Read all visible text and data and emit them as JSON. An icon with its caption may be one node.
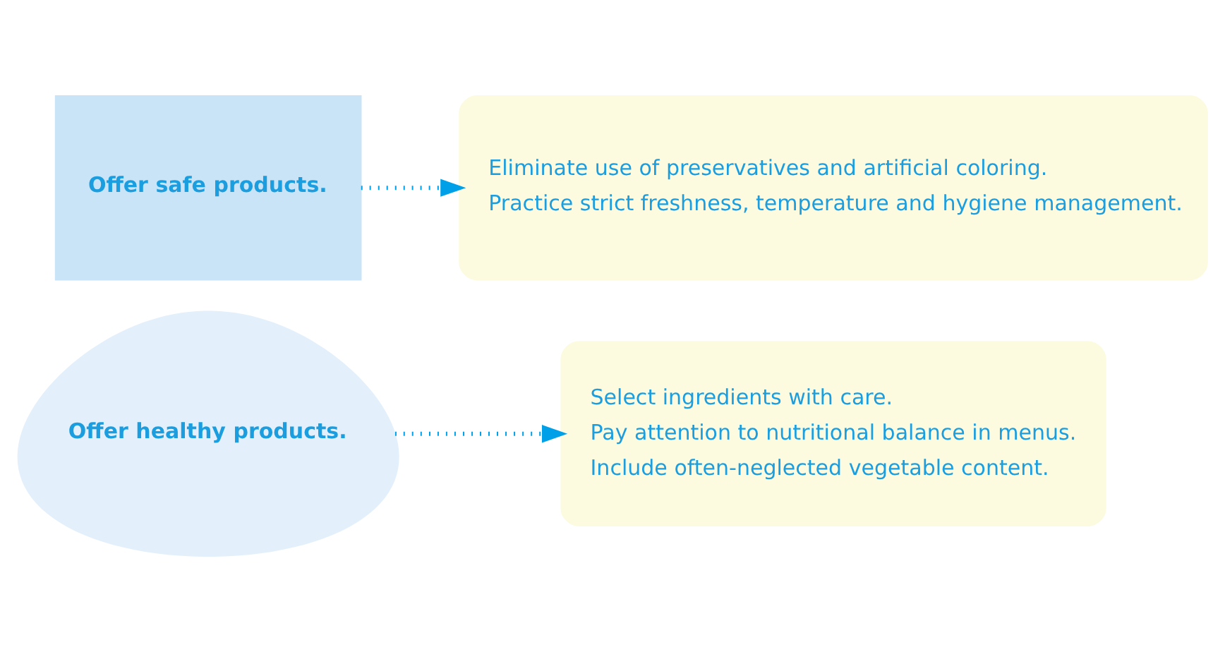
{
  "diagram": {
    "nodes": [
      {
        "text": [
          "Offer healthy products."
        ]
      },
      {
        "text": [
          "Select ingredients with care.",
          "Pay attention to nutritional balance in menus.",
          "Include often-neglected vegetable content."
        ]
      },
      {
        "text": [
          "Offer safe products."
        ]
      },
      {
        "text": [
          "Eliminate use of preservatives and artificial coloring.",
          "Practice strict freshness, temperature and hygiene management."
        ]
      }
    ],
    "edges": [
      {
        "from": 0,
        "to": 1,
        "arrow": "to",
        "style": "dashed"
      },
      {
        "from": 2,
        "to": 3,
        "arrow": "to",
        "style": "dashed"
      }
    ]
  }
}
